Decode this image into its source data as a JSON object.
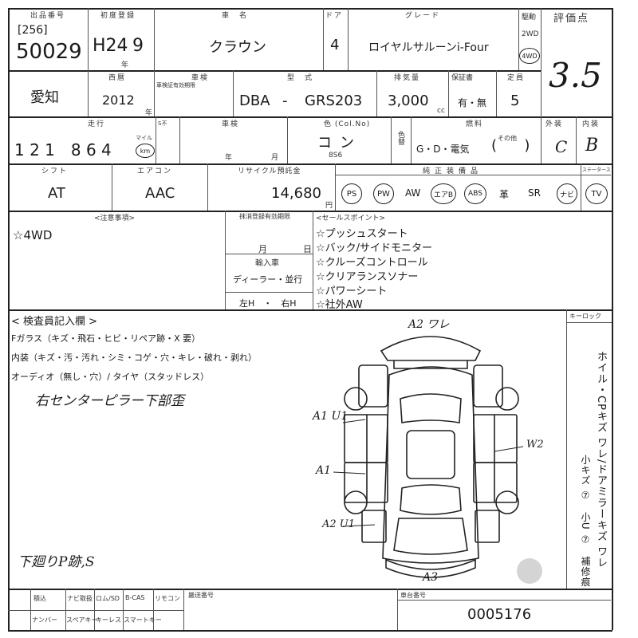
{
  "header": {
    "lot_label": "出品番号",
    "lot_sub": "[256]",
    "lot_no": "50029",
    "reg_label": "初度登録",
    "reg_era": "H24",
    "reg_month": "9",
    "reg_unit": "年",
    "name_label": "車　名",
    "car_name": "クラウン",
    "door_label": "ドア",
    "doors": "4",
    "grade_label": "グレード",
    "grade": "ロイヤルサルーンi-Four",
    "drive_label": "駆動",
    "drive_2wd": "2WD",
    "drive_4wd": "4WD",
    "score_label": "評価点",
    "score": "3.5"
  },
  "row2": {
    "location": "愛知",
    "year_label": "西暦",
    "year": "2012",
    "year_unit": "年",
    "expiry_label": "車検",
    "expiry_sub": "車検証有効期限",
    "model_label": "型　式",
    "model_prefix": "DBA",
    "model_dash": "-",
    "model": "GRS203",
    "cc_label": "排気量",
    "cc": "3,000",
    "cc_unit": "cc",
    "warranty_label": "保証書",
    "warranty": "有・無",
    "seats_label": "定員",
    "seats": "5"
  },
  "row3": {
    "mileage_label": "走行",
    "mileage": "1 2 1　8 6 4",
    "mile_unit": "マイル",
    "km_unit": "km",
    "meter_label": "S不",
    "inspection_label": "車検",
    "insp_year": "年",
    "insp_month": "月",
    "color_label": "色 (Col.No)",
    "color": "コン",
    "color_no": "8S6",
    "color_change": "色替",
    "fuel_label": "燃料",
    "fuel": "G・D・電気",
    "fuel_other": "その他",
    "ext_label": "外装",
    "ext": "C",
    "int_label": "内装",
    "int": "B"
  },
  "row4": {
    "shift_label": "シフト",
    "shift": "AT",
    "ac_label": "エアコン",
    "ac": "AAC",
    "recycle_label": "リサイクル預託金",
    "recycle": "14,680",
    "recycle_unit": "円",
    "equip_label": "純正装備品",
    "equip": [
      "PS",
      "PW",
      "AW",
      "エアB",
      "ABS",
      "革",
      "SR",
      "ナビ",
      "TV"
    ],
    "status_label": "ステータース"
  },
  "info": {
    "notes_label": "<注意事項>",
    "note": "☆4WD",
    "dereg_label": "抹消登録有効期限",
    "month_label": "月",
    "day_label": "日",
    "import_label": "輸入車",
    "import_val": "ディーラー・並行",
    "handle": "左H　・　右H",
    "points_label": "<セールスポイント>",
    "points": [
      "☆プッシュスタート",
      "☆バック/サイドモニター",
      "☆クルーズコントロール",
      "☆クリアランスソナー",
      "☆パワーシート",
      "☆社外AW"
    ]
  },
  "inspection": {
    "title": "< 検査員記入欄 >",
    "glass": "Fガラス（キズ・飛石・ヒビ・リペア跡・X 要）",
    "interior": "内装（キズ・汚・汚れ・シミ・コゲ・穴・キレ・破れ・剥れ）",
    "audio": "オーディオ（無し・穴）/ タイヤ（スタッドレス）",
    "hand_note_1": "右センターピラー下部歪",
    "hand_note_2": "下廻りP跡,S",
    "keylock": "キーロック",
    "side_text": "ホイル・CPキズ ワレ/ドアミラーキズ ワレ",
    "side_sub": "小キズ ⑦　小U ⑦　補修痕",
    "marks": [
      "A2 ワレ",
      "A1 U1",
      "A1",
      "A2 U1",
      "W2",
      "A3"
    ]
  },
  "footer": {
    "lbl_row1": [
      "積込",
      "ナビ取扱",
      "ロム/SD",
      "B-CAS",
      "リモコン"
    ],
    "lbl_row2": [
      "ナンバー",
      "スペアキー",
      "キーレス",
      "スマートキー"
    ],
    "transport_label": "搬送番号",
    "body_label": "車台番号",
    "body_no": "0005176"
  }
}
